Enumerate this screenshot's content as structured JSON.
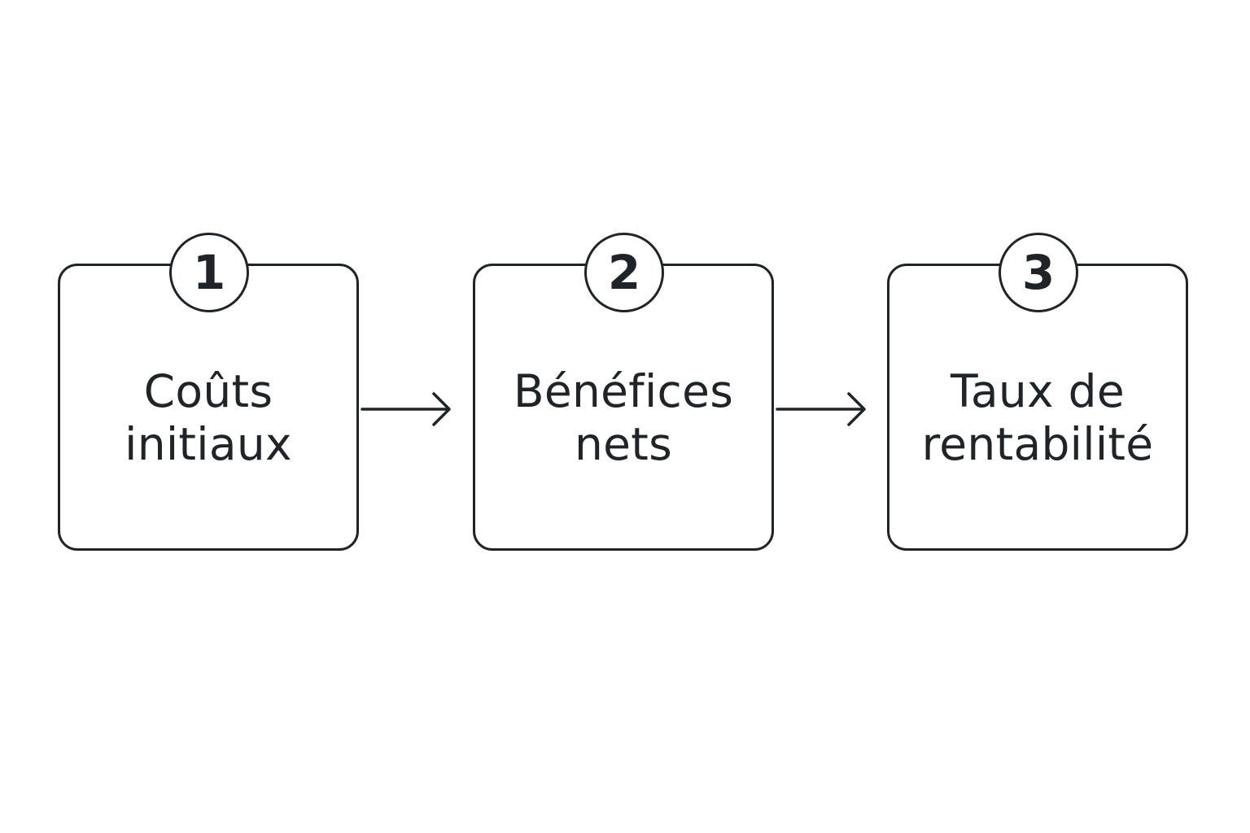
{
  "steps": [
    {
      "number": "1",
      "label_line1": "Coûts",
      "label_line2": "initiaux"
    },
    {
      "number": "2",
      "label_line1": "Bénéfices",
      "label_line2": "nets"
    },
    {
      "number": "3",
      "label_line1": "Taux de",
      "label_line2": "rentabilité"
    }
  ],
  "colors": {
    "stroke": "#1f2429",
    "background": "#ffffff"
  },
  "icons": {
    "connector": "arrow-right-icon"
  }
}
